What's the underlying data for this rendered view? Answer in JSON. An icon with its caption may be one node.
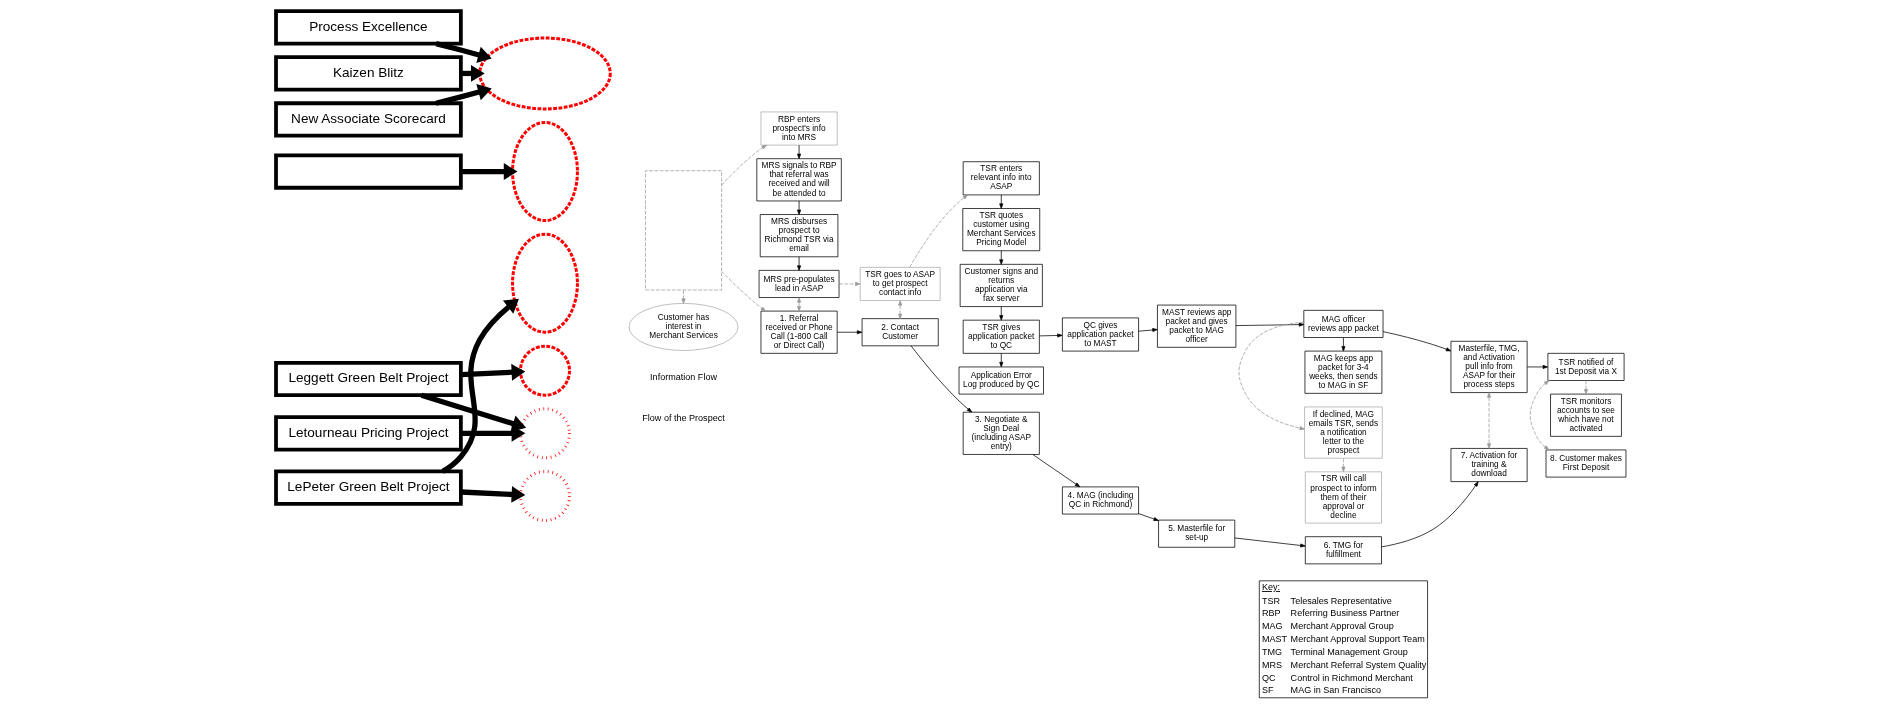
{
  "diagram": {
    "nodes": [
      {
        "text": [
          "Process Excellence"
        ]
      },
      {
        "text": [
          "Letourneau Pricing Project"
        ]
      },
      {
        "text": [],
        "shape": "box"
      },
      {
        "text": [
          "Kaizen Blitz"
        ]
      },
      {
        "text": [
          "Leggett Green Belt Project"
        ]
      },
      {
        "text": [
          "LePeter Green Belt Project"
        ]
      },
      {
        "text": [
          "New Associate Scorecard"
        ]
      },
      {
        "text": [],
        "shape": "ellipse"
      },
      {
        "text": [],
        "shape": "ellipse"
      },
      {
        "text": [],
        "shape": "ellipse"
      },
      {
        "text": [],
        "shape": "circle"
      },
      {
        "text": [],
        "shape": "circle"
      },
      {
        "text": [],
        "shape": "circle"
      },
      {
        "text": [
          "RBP enters prospect's info into MRS"
        ]
      },
      {
        "text": [
          "MRS signals to RBP that referral was received and will be attended to"
        ]
      },
      {
        "text": [
          "MRS disburses prospect to Richmond TSR via email"
        ]
      },
      {
        "text": [
          "MRS pre-populates lead in ASAP"
        ]
      },
      {
        "text": [
          "TSR goes to ASAP to get prospect contact info"
        ]
      },
      {
        "text": [
          "TSR enters relevant info into ASAP"
        ]
      },
      {
        "text": [
          "TSR quotes customer using Merchant Services Pricing Model"
        ]
      },
      {
        "text": [
          "Customer signs and returns application via fax server"
        ]
      },
      {
        "text": [
          "TSR gives application packet to QC"
        ]
      },
      {
        "text": [
          "Application Error Log produced by QC"
        ]
      },
      {
        "text": [
          "QC gives application packet to MAST"
        ]
      },
      {
        "text": [
          "MAST reviews app packet and gives packet to MAG officer"
        ]
      },
      {
        "text": [
          "MAG officer reviews app packet"
        ]
      },
      {
        "text": [
          "If declined, MAG emails TSR, sends a notification letter to the prospect"
        ]
      },
      {
        "text": [
          "TSR will call prospect to inform them of their approval or decline"
        ]
      },
      {
        "text": [
          "MAG keeps app packet for 3-4 weeks, then sends to MAG in SF"
        ]
      },
      {
        "text": [
          "Masterfile, TMG, and Activation pull info from ASAP for their process steps"
        ]
      },
      {
        "text": [
          "TSR notified of 1st Deposit via X"
        ]
      },
      {
        "text": [
          "TSR monitors accounts to see which have not activated"
        ]
      },
      {
        "text": [
          "Customer has interest in Merchant Services"
        ]
      },
      {
        "text": [
          "1. Referral received or Phone Call (1-800 Call or Direct Call)"
        ]
      },
      {
        "text": [
          "2. Contact Customer"
        ]
      },
      {
        "text": [
          "3. Negotiate & Sign Deal (including ASAP entry)"
        ]
      },
      {
        "text": [
          "4. MAG (including QC in Richmond)"
        ]
      },
      {
        "text": [
          "5. Masterfile for set-up"
        ]
      },
      {
        "text": [
          "6. TMG for fulfillment"
        ]
      },
      {
        "text": [
          "7. Activation for training & download"
        ]
      },
      {
        "text": [
          "8. Customer makes First Deposit"
        ]
      },
      {
        "text": [],
        "shape": "bar"
      }
    ],
    "edges": [
      {
        "from": 0,
        "to": 7,
        "arrow": "to",
        "style": "thick"
      },
      {
        "from": 1,
        "to": 11,
        "arrow": "to",
        "style": "thick"
      },
      {
        "from": 2,
        "to": 8,
        "arrow": "to",
        "style": "thick"
      },
      {
        "from": 3,
        "to": 7,
        "arrow": "to",
        "style": "thick"
      },
      {
        "from": 4,
        "to": 10,
        "arrow": "to",
        "style": "thick"
      },
      {
        "from": 4,
        "to": 11,
        "arrow": "to",
        "style": "thick"
      },
      {
        "from": 5,
        "to": 9,
        "arrow": "to",
        "style": "thick"
      },
      {
        "from": 5,
        "to": 12,
        "arrow": "to",
        "style": "thick"
      },
      {
        "from": 6,
        "to": 7,
        "arrow": "to",
        "style": "thick"
      },
      {
        "from": 13,
        "to": 14,
        "arrow": "to"
      },
      {
        "from": 14,
        "to": 15,
        "arrow": "to"
      },
      {
        "from": 15,
        "to": 16,
        "arrow": "to"
      },
      {
        "from": 16,
        "to": 17,
        "arrow": "to",
        "style": "dashed",
        "color": "#999999"
      },
      {
        "from": 17,
        "to": 18,
        "arrow": "to",
        "style": "dashed",
        "color": "#999999"
      },
      {
        "from": 18,
        "to": 19,
        "arrow": "to"
      },
      {
        "from": 19,
        "to": 20,
        "arrow": "to"
      },
      {
        "from": 20,
        "to": 21,
        "arrow": "to"
      },
      {
        "from": 21,
        "to": 22,
        "arrow": "to"
      },
      {
        "from": 21,
        "to": 23,
        "arrow": "to"
      },
      {
        "from": 23,
        "to": 24,
        "arrow": "to"
      },
      {
        "from": 24,
        "to": 25,
        "arrow": "to"
      },
      {
        "from": 25,
        "to": 26,
        "arrow": "to",
        "style": "dashed",
        "color": "#999999"
      },
      {
        "from": 26,
        "to": 27,
        "arrow": "to",
        "style": "dashed",
        "color": "#999999"
      },
      {
        "from": 25,
        "to": 28,
        "arrow": "to"
      },
      {
        "from": 25,
        "to": 29,
        "arrow": "to"
      },
      {
        "from": 29,
        "to": 30,
        "arrow": "to"
      },
      {
        "from": 30,
        "to": 31,
        "arrow": "to",
        "style": "dashed",
        "color": "#999999"
      },
      {
        "from": 41,
        "to": 13,
        "arrow": "to",
        "style": "dashed",
        "color": "#999999"
      },
      {
        "from": 41,
        "to": 32,
        "arrow": "to",
        "style": "dashed",
        "color": "#999999"
      },
      {
        "from": 41,
        "to": 33,
        "arrow": "to",
        "style": "dashed",
        "color": "#999999"
      },
      {
        "from": 16,
        "to": 33,
        "arrow": "both",
        "style": "dashed",
        "color": "#999999"
      },
      {
        "from": 17,
        "to": 34,
        "arrow": "both",
        "style": "dashed",
        "color": "#999999"
      },
      {
        "from": 29,
        "to": 39,
        "arrow": "both",
        "style": "dashed",
        "color": "#999999"
      },
      {
        "from": 30,
        "to": 40,
        "arrow": "both",
        "style": "dashed",
        "color": "#999999"
      },
      {
        "from": 33,
        "to": 34,
        "arrow": "to"
      },
      {
        "from": 34,
        "to": 35,
        "arrow": "to"
      },
      {
        "from": 35,
        "to": 36,
        "arrow": "to"
      },
      {
        "from": 36,
        "to": 37,
        "arrow": "to"
      },
      {
        "from": 37,
        "to": 38,
        "arrow": "to"
      },
      {
        "from": 38,
        "to": 39,
        "arrow": "to"
      }
    ],
    "labels": [
      "Information Flow",
      "Flow of the Prospect",
      "Key:",
      "TSR",
      "Telesales Representative",
      "RBP",
      "Referring Business Partner",
      "MAG",
      "Merchant Approval Group",
      "MAST",
      "Merchant Approval Support Team",
      "TMG",
      "Terminal Management Group",
      "MRS",
      "Merchant Referral System Quality",
      "QC",
      "Control in Richmond Merchant",
      "SF",
      "MAG in San Francisco"
    ]
  }
}
